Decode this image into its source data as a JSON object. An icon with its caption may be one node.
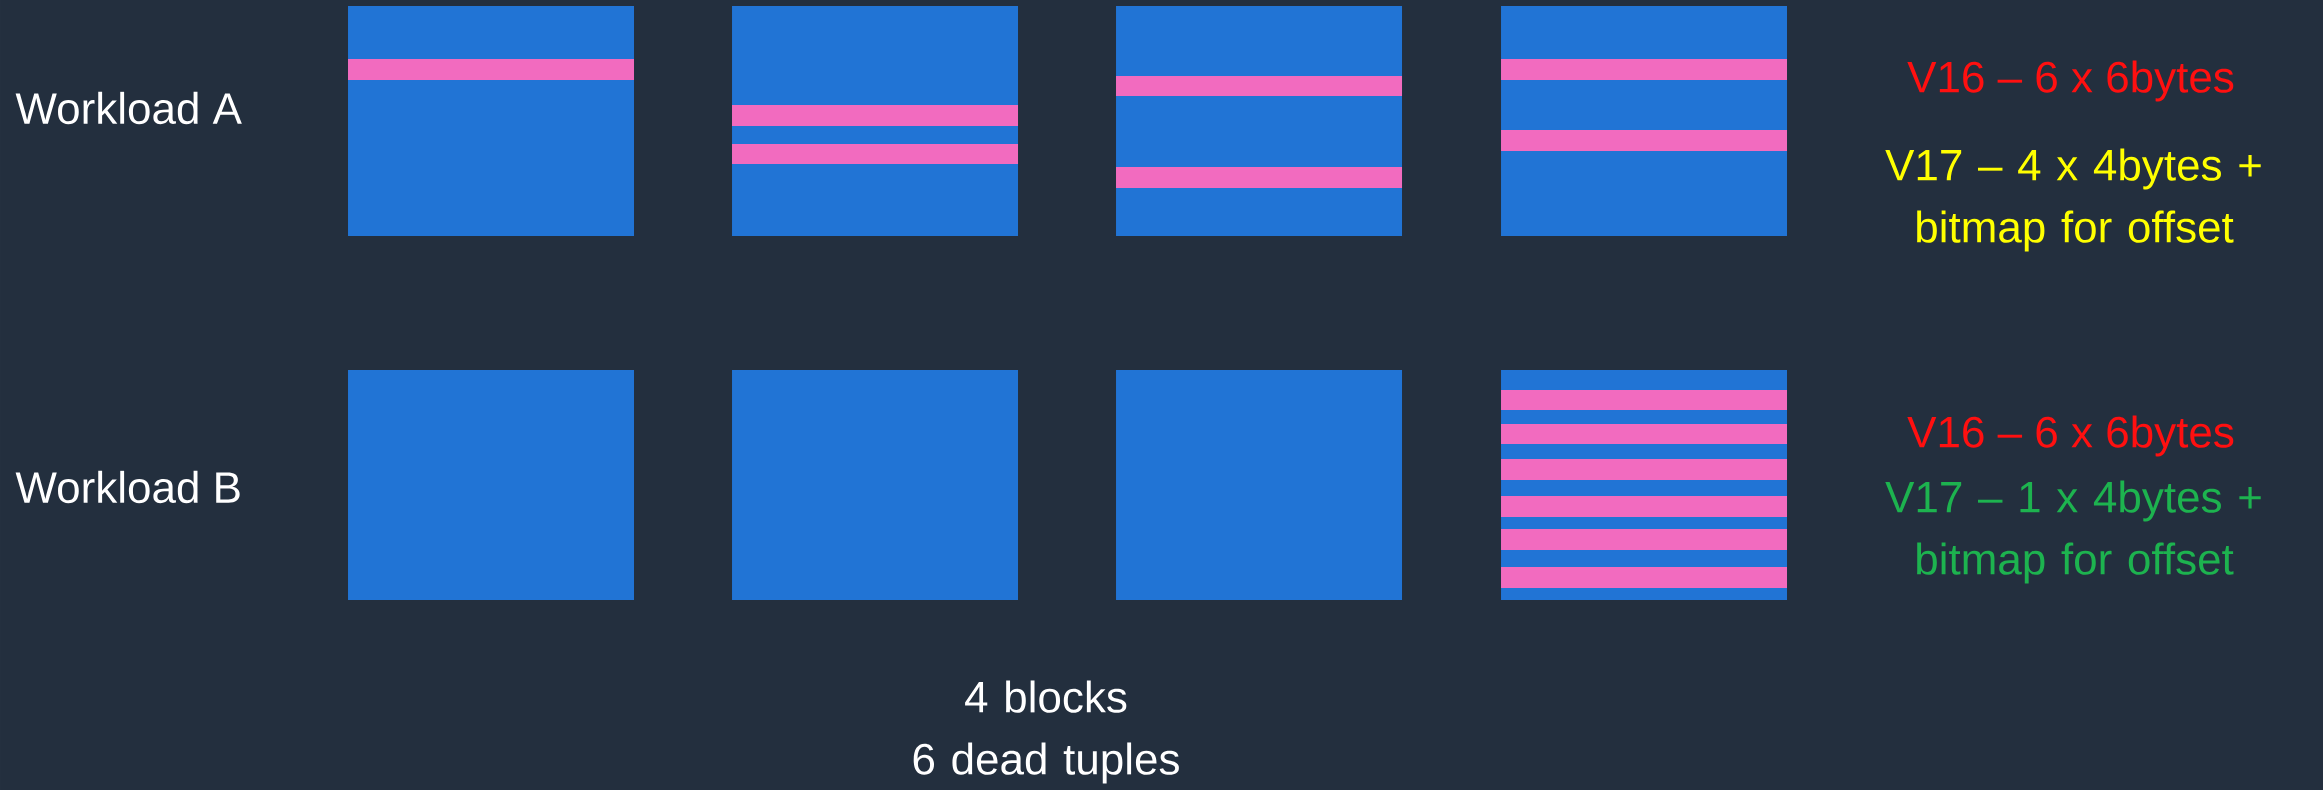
{
  "diagram": {
    "nodes": [
      {
        "text": [],
        "shape": "box"
      },
      {
        "text": [],
        "shape": "box"
      },
      {
        "text": [],
        "shape": "box"
      },
      {
        "text": [],
        "shape": "box"
      },
      {
        "text": [],
        "shape": "box"
      },
      {
        "text": [],
        "shape": "box"
      },
      {
        "text": [],
        "shape": "box"
      },
      {
        "text": [],
        "shape": "box"
      }
    ],
    "labels": [
      "Workload A",
      "V16 – 6 x 6bytes",
      "V17 – 4 x 4bytes + bitmap for offset",
      "Workload B",
      "V16 – 6 x 6bytes",
      "V17 – 1 x 4bytes + bitmap for offset",
      "4 blocks 6 dead tuples"
    ]
  }
}
